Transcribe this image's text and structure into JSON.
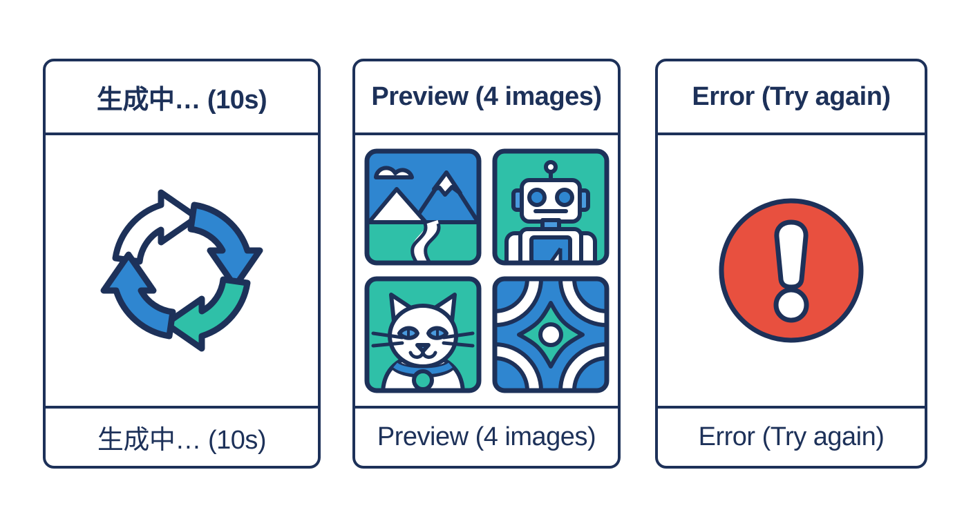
{
  "palette": {
    "ink": "#1d3159",
    "blue": "#2f86d0",
    "blue_light": "#4a9ade",
    "teal": "#2fc0a8",
    "red": "#e8503f",
    "white": "#ffffff",
    "page_bg": "#ffffff"
  },
  "cards": [
    {
      "id": "loading",
      "header": "生成中… (10s)",
      "footer": "生成中… (10s)",
      "icon": "refresh-cycle-icon"
    },
    {
      "id": "preview",
      "header": "Preview (4 images)",
      "footer": "Preview (4 images)",
      "thumbnails": [
        {
          "name": "landscape-thumbnail",
          "alt": "mountain landscape with river"
        },
        {
          "name": "robot-thumbnail",
          "alt": "robot character"
        },
        {
          "name": "cat-thumbnail",
          "alt": "white cat with blue collar"
        },
        {
          "name": "abstract-pattern-thumbnail",
          "alt": "geometric abstract pattern"
        }
      ]
    },
    {
      "id": "error",
      "header": "Error (Try again)",
      "footer": "Error (Try again)",
      "icon": "error-exclamation-icon"
    }
  ]
}
